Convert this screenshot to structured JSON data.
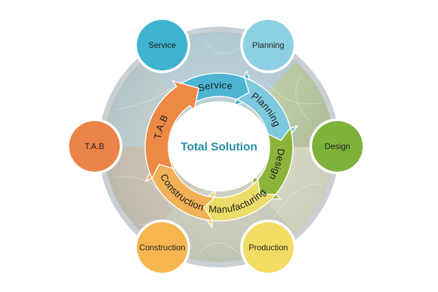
{
  "center": {
    "title": "Total Solution",
    "color": "#2a8ea6"
  },
  "ring_colors": {
    "outer_rim": "#c9cfd2",
    "outer_band": "#b8c6c4",
    "inner_face": "#ffffff"
  },
  "cycle_arrows": [
    {
      "id": "service",
      "label": "Service",
      "color": "#4db4d2"
    },
    {
      "id": "planning",
      "label": "Planning",
      "color": "#7dc9dd"
    },
    {
      "id": "design",
      "label": "Design",
      "color": "#8cb43a"
    },
    {
      "id": "manufacturing",
      "label": "Manufacturing",
      "color": "#ecdd6a"
    },
    {
      "id": "construction",
      "label": "Construction",
      "color": "#f1b156"
    },
    {
      "id": "tab",
      "label": "T.A.B",
      "color": "#ec8a45"
    }
  ],
  "satellites": [
    {
      "id": "service",
      "label": "Service",
      "color": "#3fb3d0"
    },
    {
      "id": "planning",
      "label": "Planning",
      "color": "#8dd0e3"
    },
    {
      "id": "design",
      "label": "Design",
      "color": "#7fb23b"
    },
    {
      "id": "production",
      "label": "Production",
      "color": "#f3dc63"
    },
    {
      "id": "construction",
      "label": "Construction",
      "color": "#f5b64f"
    },
    {
      "id": "tab",
      "label": "T.A.B",
      "color": "#eb8448"
    }
  ]
}
